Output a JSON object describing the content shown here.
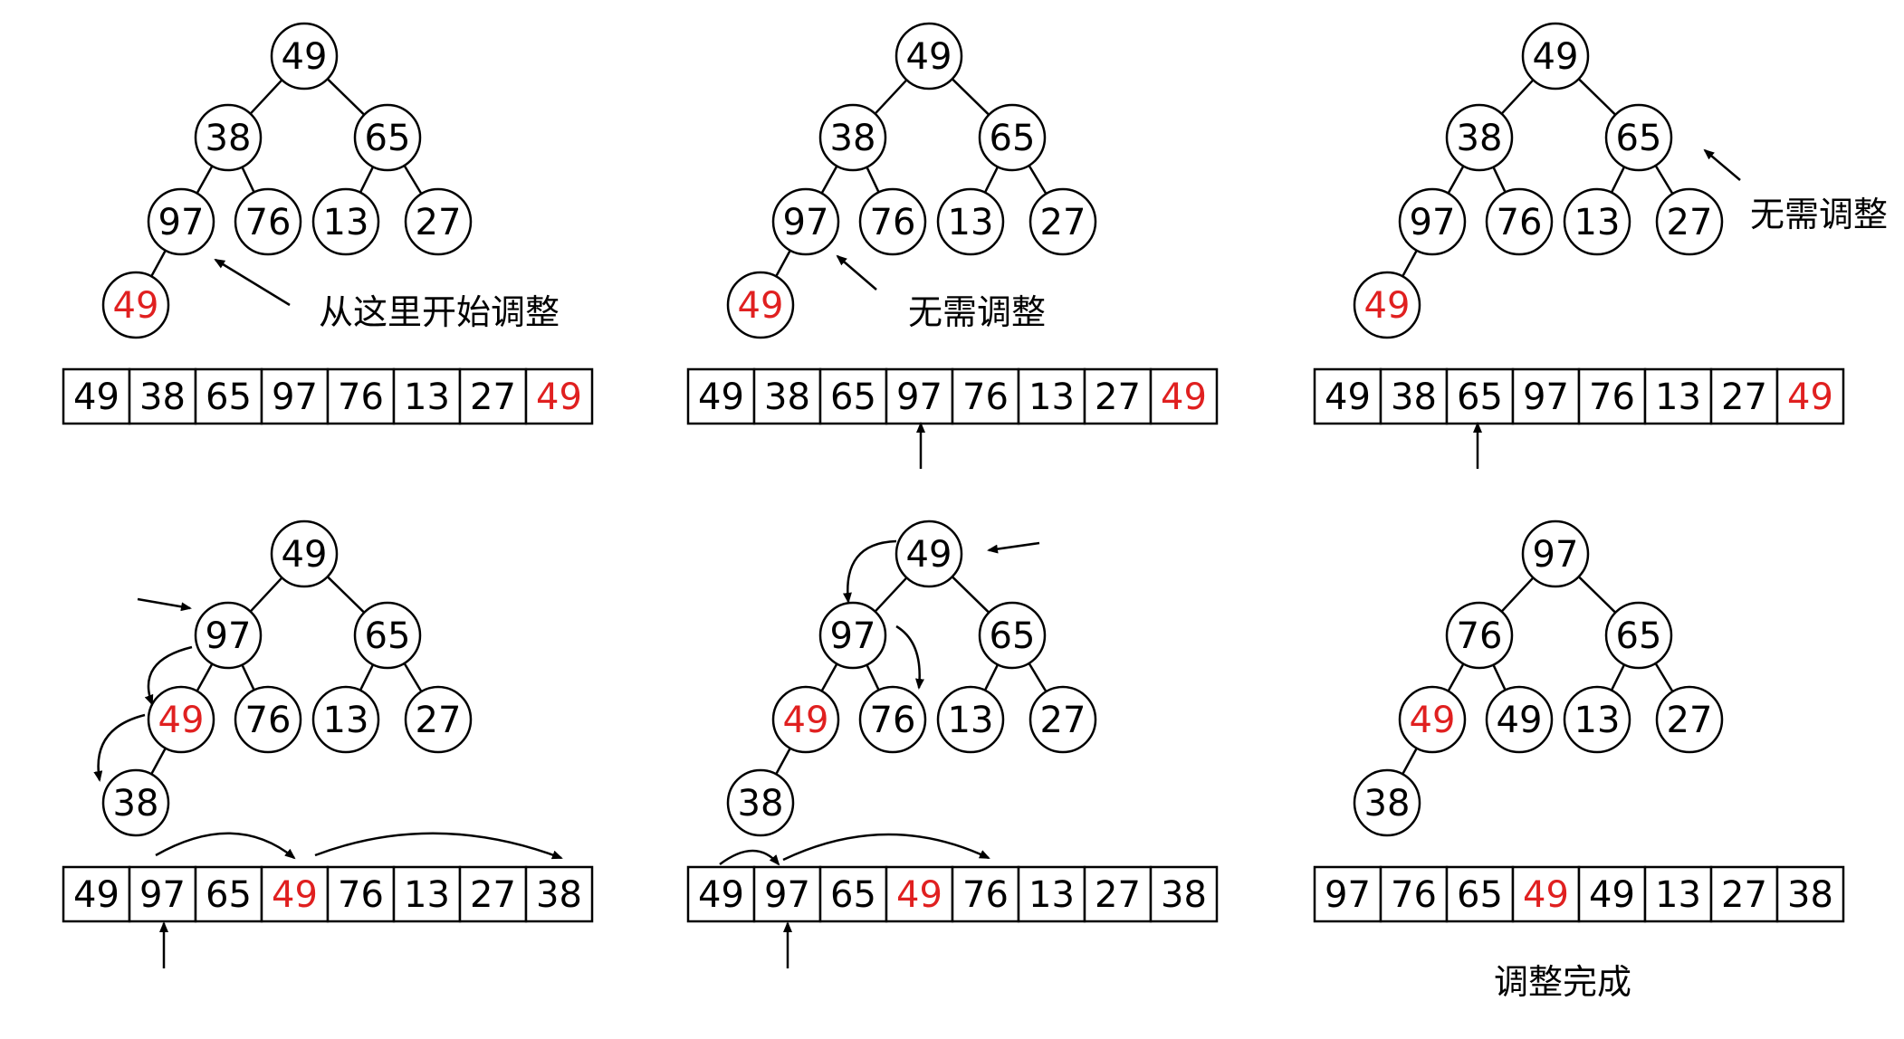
{
  "colors": {
    "normal": "#000000",
    "highlight": "#e02020"
  },
  "panels": [
    {
      "nodes": [
        {
          "v": "49",
          "hl": false
        },
        {
          "v": "38",
          "hl": false
        },
        {
          "v": "65",
          "hl": false
        },
        {
          "v": "97",
          "hl": false
        },
        {
          "v": "76",
          "hl": false
        },
        {
          "v": "13",
          "hl": false
        },
        {
          "v": "27",
          "hl": false
        },
        {
          "v": "49",
          "hl": true
        }
      ],
      "array": [
        {
          "v": "49",
          "hl": false
        },
        {
          "v": "38",
          "hl": false
        },
        {
          "v": "65",
          "hl": false
        },
        {
          "v": "97",
          "hl": false
        },
        {
          "v": "76",
          "hl": false
        },
        {
          "v": "13",
          "hl": false
        },
        {
          "v": "27",
          "hl": false
        },
        {
          "v": "49",
          "hl": true
        }
      ],
      "caption": "从这里开始调整"
    },
    {
      "nodes": [
        {
          "v": "49",
          "hl": false
        },
        {
          "v": "38",
          "hl": false
        },
        {
          "v": "65",
          "hl": false
        },
        {
          "v": "97",
          "hl": false
        },
        {
          "v": "76",
          "hl": false
        },
        {
          "v": "13",
          "hl": false
        },
        {
          "v": "27",
          "hl": false
        },
        {
          "v": "49",
          "hl": true
        }
      ],
      "array": [
        {
          "v": "49",
          "hl": false
        },
        {
          "v": "38",
          "hl": false
        },
        {
          "v": "65",
          "hl": false
        },
        {
          "v": "97",
          "hl": false
        },
        {
          "v": "76",
          "hl": false
        },
        {
          "v": "13",
          "hl": false
        },
        {
          "v": "27",
          "hl": false
        },
        {
          "v": "49",
          "hl": true
        }
      ],
      "caption": "无需调整"
    },
    {
      "nodes": [
        {
          "v": "49",
          "hl": false
        },
        {
          "v": "38",
          "hl": false
        },
        {
          "v": "65",
          "hl": false
        },
        {
          "v": "97",
          "hl": false
        },
        {
          "v": "76",
          "hl": false
        },
        {
          "v": "13",
          "hl": false
        },
        {
          "v": "27",
          "hl": false
        },
        {
          "v": "49",
          "hl": true
        }
      ],
      "array": [
        {
          "v": "49",
          "hl": false
        },
        {
          "v": "38",
          "hl": false
        },
        {
          "v": "65",
          "hl": false
        },
        {
          "v": "97",
          "hl": false
        },
        {
          "v": "76",
          "hl": false
        },
        {
          "v": "13",
          "hl": false
        },
        {
          "v": "27",
          "hl": false
        },
        {
          "v": "49",
          "hl": true
        }
      ],
      "caption": "无需调整"
    },
    {
      "nodes": [
        {
          "v": "49",
          "hl": false
        },
        {
          "v": "97",
          "hl": false
        },
        {
          "v": "65",
          "hl": false
        },
        {
          "v": "49",
          "hl": true
        },
        {
          "v": "76",
          "hl": false
        },
        {
          "v": "13",
          "hl": false
        },
        {
          "v": "27",
          "hl": false
        },
        {
          "v": "38",
          "hl": false
        }
      ],
      "array": [
        {
          "v": "49",
          "hl": false
        },
        {
          "v": "97",
          "hl": false
        },
        {
          "v": "65",
          "hl": false
        },
        {
          "v": "49",
          "hl": true
        },
        {
          "v": "76",
          "hl": false
        },
        {
          "v": "13",
          "hl": false
        },
        {
          "v": "27",
          "hl": false
        },
        {
          "v": "38",
          "hl": false
        }
      ],
      "caption": ""
    },
    {
      "nodes": [
        {
          "v": "49",
          "hl": false
        },
        {
          "v": "97",
          "hl": false
        },
        {
          "v": "65",
          "hl": false
        },
        {
          "v": "49",
          "hl": true
        },
        {
          "v": "76",
          "hl": false
        },
        {
          "v": "13",
          "hl": false
        },
        {
          "v": "27",
          "hl": false
        },
        {
          "v": "38",
          "hl": false
        }
      ],
      "array": [
        {
          "v": "49",
          "hl": false
        },
        {
          "v": "97",
          "hl": false
        },
        {
          "v": "65",
          "hl": false
        },
        {
          "v": "49",
          "hl": true
        },
        {
          "v": "76",
          "hl": false
        },
        {
          "v": "13",
          "hl": false
        },
        {
          "v": "27",
          "hl": false
        },
        {
          "v": "38",
          "hl": false
        }
      ],
      "caption": ""
    },
    {
      "nodes": [
        {
          "v": "97",
          "hl": false
        },
        {
          "v": "76",
          "hl": false
        },
        {
          "v": "65",
          "hl": false
        },
        {
          "v": "49",
          "hl": true
        },
        {
          "v": "49",
          "hl": false
        },
        {
          "v": "13",
          "hl": false
        },
        {
          "v": "27",
          "hl": false
        },
        {
          "v": "38",
          "hl": false
        }
      ],
      "array": [
        {
          "v": "97",
          "hl": false
        },
        {
          "v": "76",
          "hl": false
        },
        {
          "v": "65",
          "hl": false
        },
        {
          "v": "49",
          "hl": true
        },
        {
          "v": "49",
          "hl": false
        },
        {
          "v": "13",
          "hl": false
        },
        {
          "v": "27",
          "hl": false
        },
        {
          "v": "38",
          "hl": false
        }
      ],
      "caption": "调整完成"
    }
  ]
}
